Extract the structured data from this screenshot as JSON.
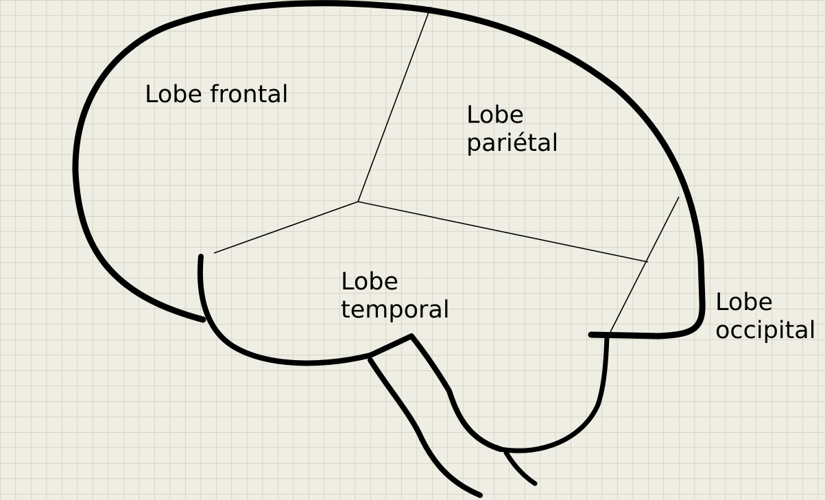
{
  "labels": {
    "frontal": [
      "Lobe frontal"
    ],
    "parietal": [
      "Lobe",
      "pariétal"
    ],
    "temporal": [
      "Lobe",
      "temporal"
    ],
    "occipital": [
      "Lobe",
      "occipital"
    ]
  },
  "colors": {
    "paper": "#efeee4",
    "grid": "#c9c6b4",
    "ink": "#000000"
  }
}
